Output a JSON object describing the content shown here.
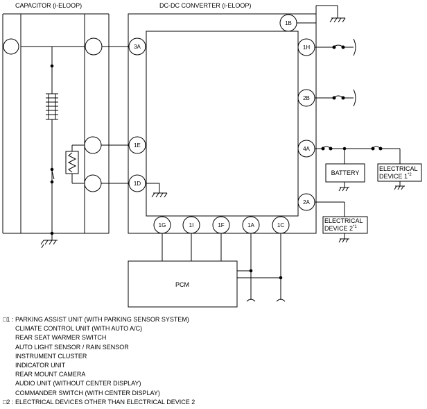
{
  "titles": {
    "capacitor": "CAPACITOR (i-ELOOP)",
    "converter": "DC-DC CONVERTER (i-ELOOP)"
  },
  "pins": {
    "p1B": "1B",
    "p3A": "3A",
    "p1H": "1H",
    "p2B": "2B",
    "p1E": "1E",
    "p4A": "4A",
    "p1D": "1D",
    "p2A": "2A",
    "p1G": "1G",
    "p1I": "1I",
    "p1F": "1F",
    "p1A": "1A",
    "p1C": "1C"
  },
  "boxes": {
    "battery": "BATTERY",
    "device1_line1": "ELECTRICAL",
    "device1_line2": "DEVICE 1",
    "device1_sup": "*2",
    "device2_line1": "ELECTRICAL",
    "device2_line2": "DEVICE 2",
    "device2_sup": "*1",
    "pcm": "PCM"
  },
  "notes": {
    "n1_mark": "□1 :",
    "n1_lines": [
      "PARKING ASSIST UNIT (WITH PARKING SENSOR SYSTEM)",
      "CLIMATE CONTROL UNIT (WITH AUTO A/C)",
      "REAR SEAT WARMER SWITCH",
      "AUTO LIGHT SENSOR / RAIN SENSOR",
      "INSTRUMENT CLUSTER",
      "INDICATOR UNIT",
      "REAR MOUNT CAMERA",
      "AUDIO UNIT (WITHOUT CENTER DISPLAY)",
      "COMMANDER SWITCH (WITH CENTER DISPLAY)"
    ],
    "n2_mark": "□2 :",
    "n2_line": "ELECTRICAL DEVICES OTHER THAN ELECTRICAL DEVICE 2"
  }
}
